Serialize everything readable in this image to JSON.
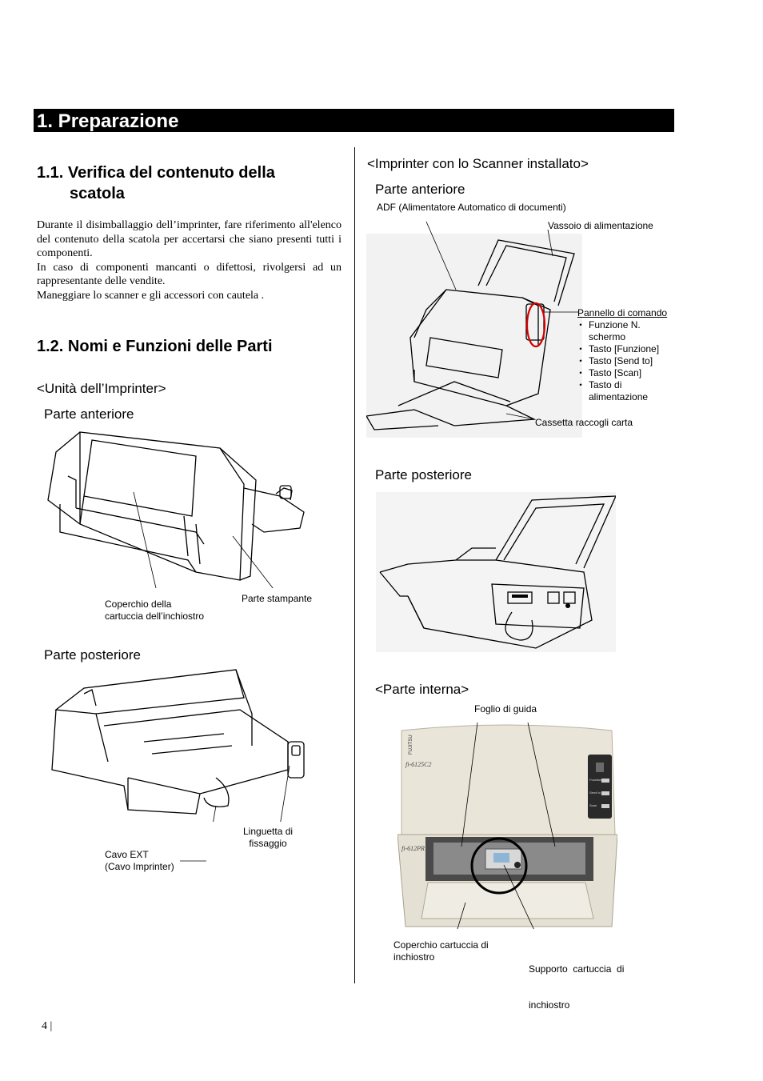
{
  "chapter": {
    "title": "1. Preparazione"
  },
  "section1": {
    "heading_line1": "1.1. Verifica del contenuto della",
    "heading_line2": "scatola",
    "paragraph1": "Durante il disimballaggio dell’imprinter, fare riferimento all'elenco del contenuto della scatola per accertarsi che siano presenti tutti i componenti.",
    "paragraph2": "In caso di componenti mancanti o difettosi, rivolgersi ad un rappresentante delle vendite.",
    "paragraph3": "Maneggiare lo scanner e gli accessori con cautela ."
  },
  "section2": {
    "heading": "1.2. Nomi e Funzioni delle Parti"
  },
  "imprinter_unit": {
    "title": "<Unità dell’Imprinter>",
    "front_label": "Parte anteriore",
    "front_callouts": {
      "cartridge_cover_line1": "Coperchio della",
      "cartridge_cover_line2": "cartuccia dell’inchiostro",
      "print_section": "Parte stampante"
    },
    "rear_label": "Parte posteriore",
    "rear_callouts": {
      "fixing_tab_line1": "Linguetta di",
      "fixing_tab_line2": "fissaggio",
      "ext_cable_line1": "Cavo EXT",
      "ext_cable_line2": "(Cavo Imprinter)"
    }
  },
  "scanner_installed": {
    "title": "<Imprinter con lo Scanner installato>",
    "front_label": "Parte anteriore",
    "front_callouts": {
      "adf": "ADF (Alimentatore Automatico di documenti)",
      "feed_tray": "Vassoio di alimentazione",
      "control_panel": "Pannello di comando",
      "panel_items": [
        "Funzione N. schermo",
        "Tasto [Funzione]",
        "Tasto [Send to]",
        "Tasto [Scan]",
        "Tasto di alimentazione"
      ],
      "stacker": "Cassetta raccogli carta"
    },
    "rear_label": "Parte posteriore"
  },
  "internal": {
    "title": "<Parte interna>",
    "callouts": {
      "guide_sheet": "Foglio di guida",
      "cover_line1": "Coperchio cartuccia di",
      "cover_line2": "inchiostro",
      "holder_line1": "Supporto  cartuccia  di",
      "holder_line2": "inchiostro"
    },
    "device_brand": "FUJITSU",
    "device_model": "fi-6125C2",
    "imprinter_model": "fi-612PR",
    "panel_labels": [
      "Function",
      "Send to",
      "Scan"
    ]
  },
  "footer": {
    "page_number": "4 |"
  }
}
